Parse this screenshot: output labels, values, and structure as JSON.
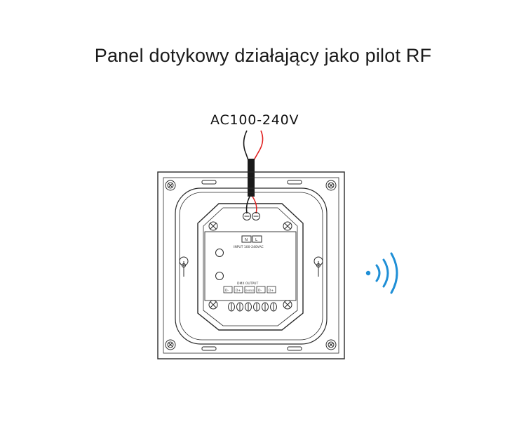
{
  "title": "Panel dotykowy działający jako pilot RF",
  "supply_label": "AC100-240V",
  "terminal_labels": [
    "N",
    "L"
  ],
  "input_label": "INPUT 100-240VAC",
  "output_label": "DMX OUTPUT",
  "output_terminals": [
    "D-",
    "D+",
    "SHIELD",
    "D-",
    "D+"
  ],
  "colors": {
    "wire_black": "#1a1a1a",
    "wire_red": "#e02020",
    "outline": "#2a2a2a",
    "rf_wave": "#1f8fd6"
  },
  "icons": [
    "rf-signal-icon"
  ]
}
